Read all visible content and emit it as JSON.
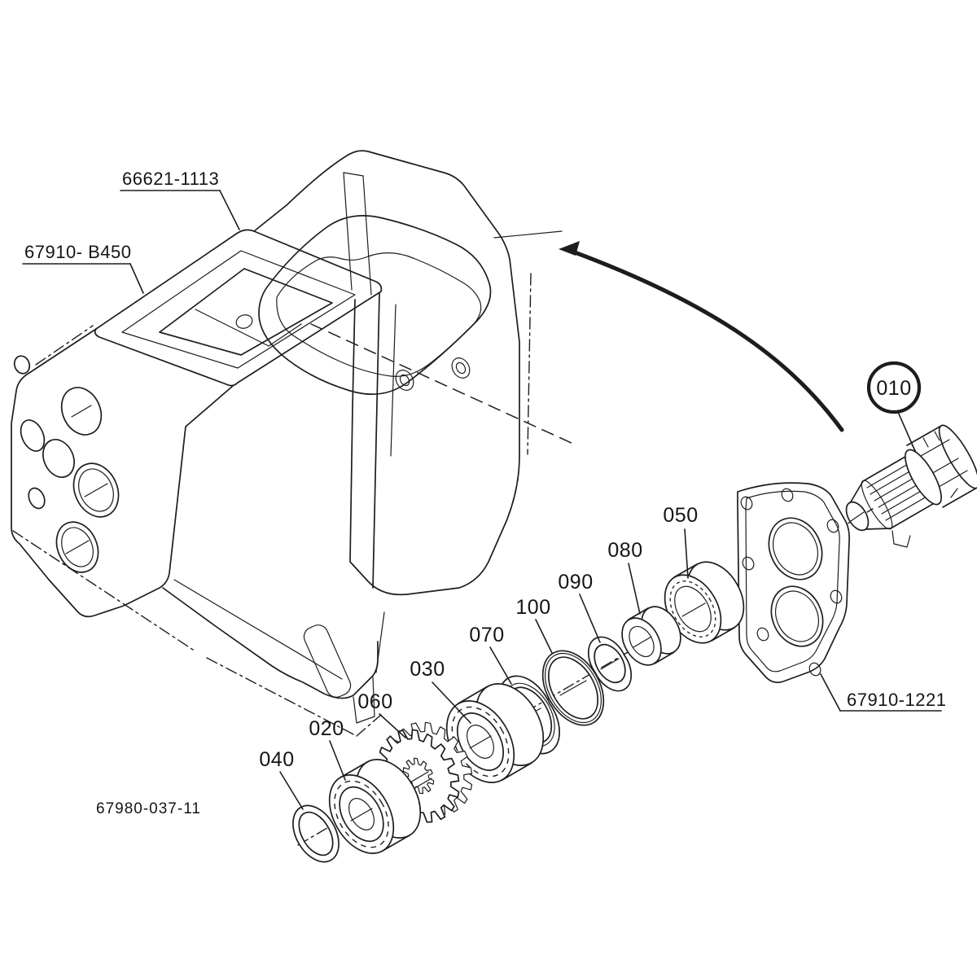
{
  "drawing": {
    "figure_number": "67980-037-11",
    "background_color": "#ffffff",
    "line_color": "#1d1d1d",
    "highlight_color": "#d91d1d",
    "labels": {
      "clutch_housing": "66621-1113",
      "gear_case": "67910- B450",
      "cover": "67910-1221"
    },
    "callouts": {
      "c010": "010",
      "c020": "020",
      "c030": "030",
      "c040": "040",
      "c050": "050",
      "c060": "060",
      "c070": "070",
      "c080": "080",
      "c090": "090",
      "c100": "100"
    }
  }
}
